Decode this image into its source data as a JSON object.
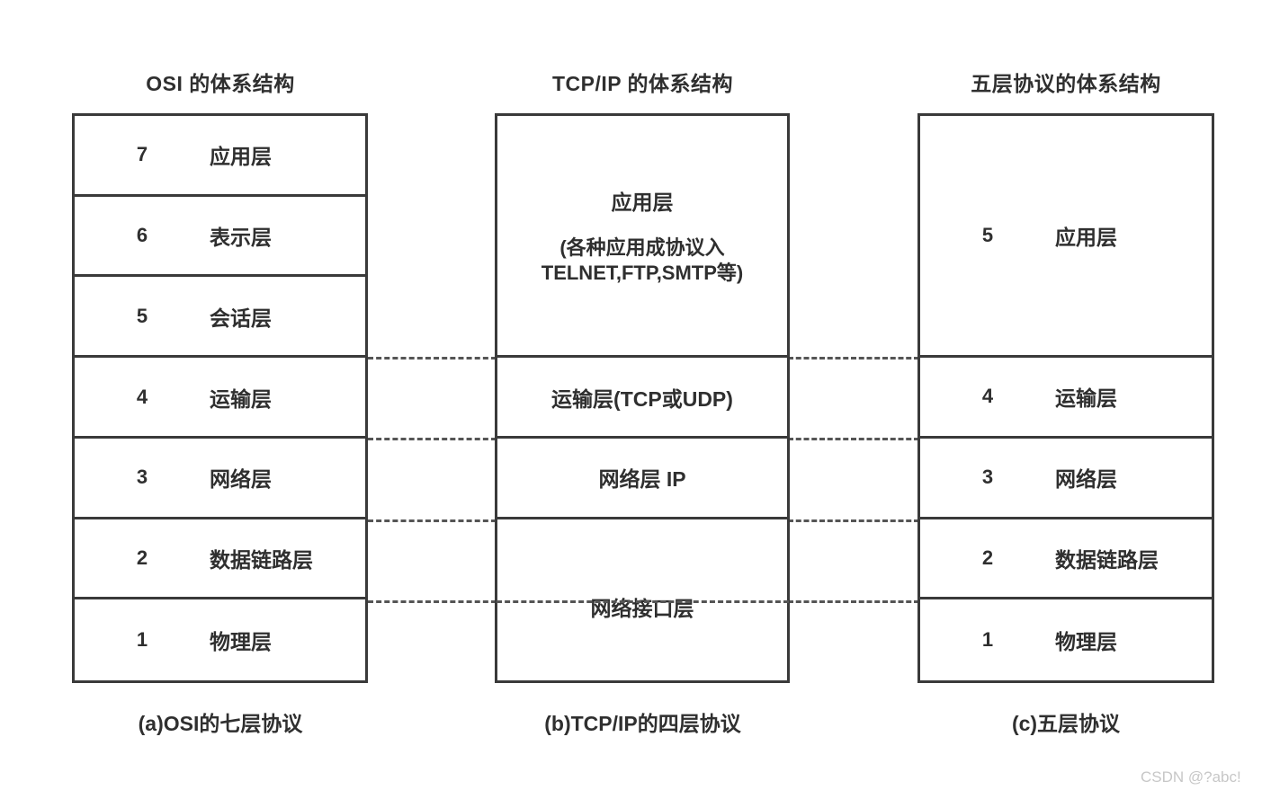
{
  "diagram": {
    "watermark": "CSDN @?abc!",
    "columns": [
      {
        "id": "osi",
        "header": "OSI 的体系结构",
        "caption": "(a)OSI的七层协议",
        "rows": [
          {
            "num": "7",
            "label": "应用层"
          },
          {
            "num": "6",
            "label": "表示层"
          },
          {
            "num": "5",
            "label": "会话层"
          },
          {
            "num": "4",
            "label": "运输层"
          },
          {
            "num": "3",
            "label": "网络层"
          },
          {
            "num": "2",
            "label": "数据链路层"
          },
          {
            "num": "1",
            "label": "物理层"
          }
        ]
      },
      {
        "id": "tcpip",
        "header": "TCP/IP 的体系结构",
        "caption": "(b)TCP/IP的四层协议",
        "rows": [
          {
            "title": "应用层",
            "sub_line1": "(各种应用成协议入",
            "sub_line2": "TELNET,FTP,SMTP等)"
          },
          {
            "title": "运输层(TCP或UDP)"
          },
          {
            "title": "网络层 IP"
          },
          {
            "title": "网络接口层"
          }
        ]
      },
      {
        "id": "five-layer",
        "header": "五层协议的体系结构",
        "caption": "(c)五层协议",
        "rows": [
          {
            "num": "5",
            "label": "应用层"
          },
          {
            "num": "4",
            "label": "运输层"
          },
          {
            "num": "3",
            "label": "网络层"
          },
          {
            "num": "2",
            "label": "数据链路层"
          },
          {
            "num": "1",
            "label": "物理层"
          }
        ]
      }
    ],
    "colors": {
      "border": "#3a3a3a",
      "text": "#2f2f2f",
      "dash": "#555555",
      "background": "#ffffff",
      "watermark": "#c7c7c7"
    }
  }
}
